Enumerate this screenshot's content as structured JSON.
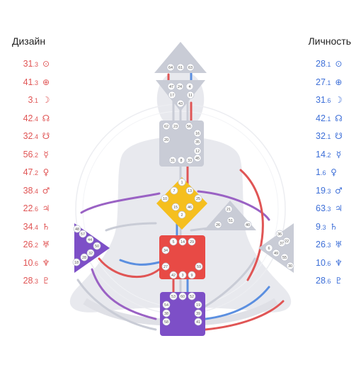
{
  "left_column": {
    "title": "Дизайн",
    "color": "#e05555",
    "rows": [
      {
        "gate": "31",
        "line": ".3",
        "planet": "⊙",
        "planet_name": "sun-icon"
      },
      {
        "gate": "41",
        "line": ".3",
        "planet": "⊕",
        "planet_name": "earth-icon"
      },
      {
        "gate": "3",
        "line": ".1",
        "planet": "☽",
        "planet_name": "moon-icon"
      },
      {
        "gate": "42",
        "line": ".4",
        "planet": "☊",
        "planet_name": "north-node-icon"
      },
      {
        "gate": "32",
        "line": ".4",
        "planet": "☋",
        "planet_name": "south-node-icon"
      },
      {
        "gate": "56",
        "line": ".2",
        "planet": "☿",
        "planet_name": "mercury-icon"
      },
      {
        "gate": "47",
        "line": ".2",
        "planet": "♀",
        "planet_name": "venus-icon"
      },
      {
        "gate": "38",
        "line": ".4",
        "planet": "♂",
        "planet_name": "mars-icon"
      },
      {
        "gate": "22",
        "line": ".6",
        "planet": "♃",
        "planet_name": "jupiter-icon"
      },
      {
        "gate": "34",
        "line": ".4",
        "planet": "♄",
        "planet_name": "saturn-icon"
      },
      {
        "gate": "26",
        "line": ".2",
        "planet": "♅",
        "planet_name": "uranus-icon"
      },
      {
        "gate": "10",
        "line": ".6",
        "planet": "♆",
        "planet_name": "neptune-icon"
      },
      {
        "gate": "28",
        "line": ".3",
        "planet": "♇",
        "planet_name": "pluto-icon"
      }
    ]
  },
  "right_column": {
    "title": "Личность",
    "color": "#3d6fd8",
    "rows": [
      {
        "gate": "28",
        "line": ".1",
        "planet": "⊙",
        "planet_name": "sun-icon"
      },
      {
        "gate": "27",
        "line": ".1",
        "planet": "⊕",
        "planet_name": "earth-icon"
      },
      {
        "gate": "31",
        "line": ".6",
        "planet": "☽",
        "planet_name": "moon-icon"
      },
      {
        "gate": "42",
        "line": ".1",
        "planet": "☊",
        "planet_name": "north-node-icon"
      },
      {
        "gate": "32",
        "line": ".1",
        "planet": "☋",
        "planet_name": "south-node-icon"
      },
      {
        "gate": "14",
        "line": ".2",
        "planet": "☿",
        "planet_name": "mercury-icon"
      },
      {
        "gate": "1",
        "line": ".6",
        "planet": "♀",
        "planet_name": "venus-icon"
      },
      {
        "gate": "19",
        "line": ".3",
        "planet": "♂",
        "planet_name": "mars-icon"
      },
      {
        "gate": "63",
        "line": ".3",
        "planet": "♃",
        "planet_name": "jupiter-icon"
      },
      {
        "gate": "9",
        "line": ".3",
        "planet": "♄",
        "planet_name": "saturn-icon"
      },
      {
        "gate": "26",
        "line": ".3",
        "planet": "♅",
        "planet_name": "uranus-icon"
      },
      {
        "gate": "10",
        "line": ".6",
        "planet": "♆",
        "planet_name": "neptune-icon"
      },
      {
        "gate": "28",
        "line": ".6",
        "planet": "♇",
        "planet_name": "pluto-icon"
      }
    ]
  },
  "bodygraph": {
    "colors": {
      "undefined_center": "#c9ccd6",
      "g_center": "#f5bf1f",
      "sacral_center": "#e84a45",
      "root_center": "#7d4fc7",
      "spleen_center": "#7d4fc7",
      "design_line": "#e05555",
      "personality_line": "#5b8fe0",
      "mixed_line": "#9a62c4",
      "silhouette": "#e8e9ee"
    },
    "centers": {
      "head": {
        "gates": [
          "64",
          "61",
          "63"
        ]
      },
      "ajna": {
        "gates": [
          "47",
          "24",
          "4",
          "17",
          "11",
          "43"
        ]
      },
      "throat": {
        "gates": [
          "62",
          "23",
          "56",
          "16",
          "35",
          "20",
          "12",
          "45",
          "31",
          "8",
          "33"
        ]
      },
      "g": {
        "gates": [
          "1",
          "7",
          "13",
          "10",
          "25",
          "15",
          "46",
          "2"
        ]
      },
      "ego": {
        "gates": [
          "21",
          "26",
          "51",
          "40"
        ]
      },
      "spleen": {
        "gates": [
          "48",
          "57",
          "44",
          "50",
          "32",
          "28",
          "18"
        ]
      },
      "solar_plexus": {
        "gates": [
          "36",
          "22",
          "37",
          "6",
          "49",
          "55",
          "30"
        ]
      },
      "sacral": {
        "gates": [
          "5",
          "14",
          "29",
          "34",
          "27",
          "59",
          "42",
          "3",
          "9"
        ]
      },
      "root": {
        "gates": [
          "53",
          "60",
          "52",
          "54",
          "19",
          "38",
          "39",
          "58",
          "41"
        ]
      }
    }
  }
}
